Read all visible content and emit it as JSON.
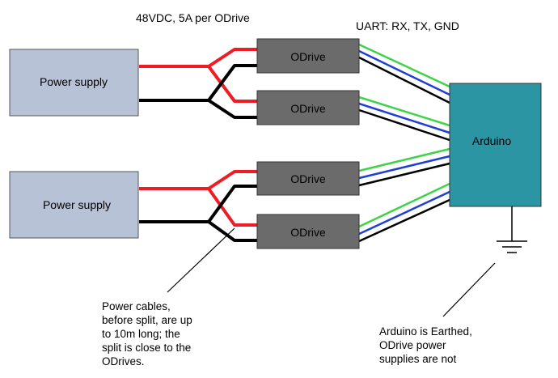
{
  "labels": {
    "power_spec": "48VDC, 5A per ODrive",
    "uart_spec": "UART: RX, TX, GND"
  },
  "power_supplies": [
    {
      "label": "Power supply"
    },
    {
      "label": "Power supply"
    }
  ],
  "odrives": [
    {
      "label": "ODrive"
    },
    {
      "label": "ODrive"
    },
    {
      "label": "ODrive"
    },
    {
      "label": "ODrive"
    }
  ],
  "arduino": {
    "label": "Arduino"
  },
  "notes": {
    "cables": [
      "Power cables,",
      "before split, are up",
      "to 10m long; the",
      "split is close to the",
      "ODrives."
    ],
    "earth": [
      "Arduino is Earthed,",
      "ODrive power",
      "supplies are not"
    ]
  },
  "colors": {
    "power_supply_fill": "#b8c2d6",
    "odrive_fill": "#6b6b6b",
    "arduino_fill": "#2b95a3",
    "wire_positive": "#ee1c24",
    "wire_negative": "#000000",
    "wire_rx": "#3fd34a",
    "wire_tx": "#1f3fd6",
    "wire_gnd": "#000000"
  }
}
